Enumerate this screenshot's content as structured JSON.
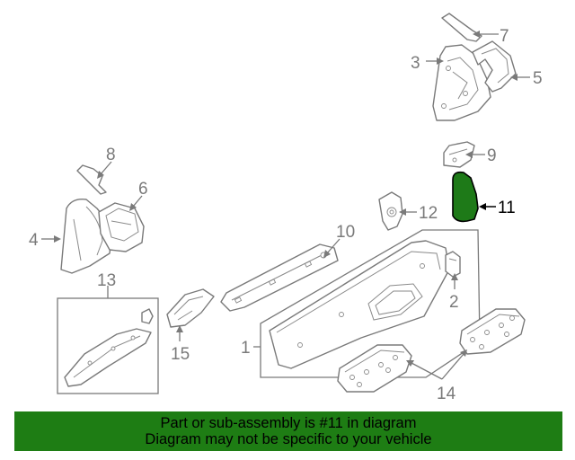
{
  "diagram": {
    "highlighted_part": "11",
    "callouts": [
      "1",
      "2",
      "3",
      "4",
      "5",
      "6",
      "7",
      "8",
      "9",
      "10",
      "11",
      "12",
      "13",
      "14",
      "15"
    ]
  },
  "banner": {
    "line1": "Part or sub-assembly is #11 in diagram",
    "line2": "Diagram may not be specific to your vehicle",
    "background": "#1e7d14"
  },
  "colors": {
    "line_art": "#7a7a7a",
    "highlight_fill": "#1e7a18",
    "highlight_text": "#000000"
  }
}
